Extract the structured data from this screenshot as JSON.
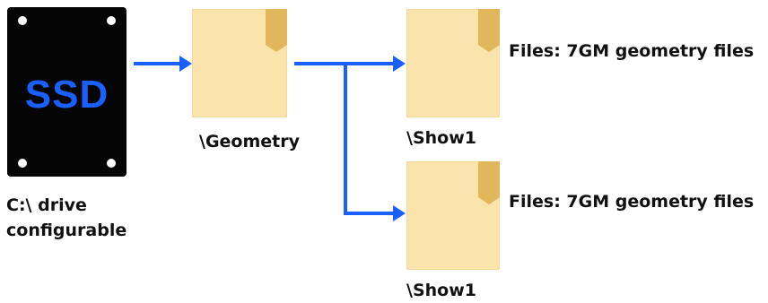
{
  "drive": {
    "badge": "SSD",
    "label_line1": "C:\\ drive",
    "label_line2": "configurable"
  },
  "nodes": {
    "geometry": {
      "label": "\\Geometry"
    },
    "show_top": {
      "label": "\\Show1",
      "files": "Files: 7GM geometry files"
    },
    "show_bottom": {
      "label": "\\Show1",
      "files": "Files: 7GM geometry files"
    }
  },
  "colors": {
    "arrow": "#1a5fff",
    "folder_light": "#fbe3ac",
    "folder_dark": "#e0b75a",
    "ssd_body": "#050505",
    "ssd_text": "#1a5fff"
  },
  "icons": [
    "ssd-drive-icon",
    "folder-icon"
  ]
}
